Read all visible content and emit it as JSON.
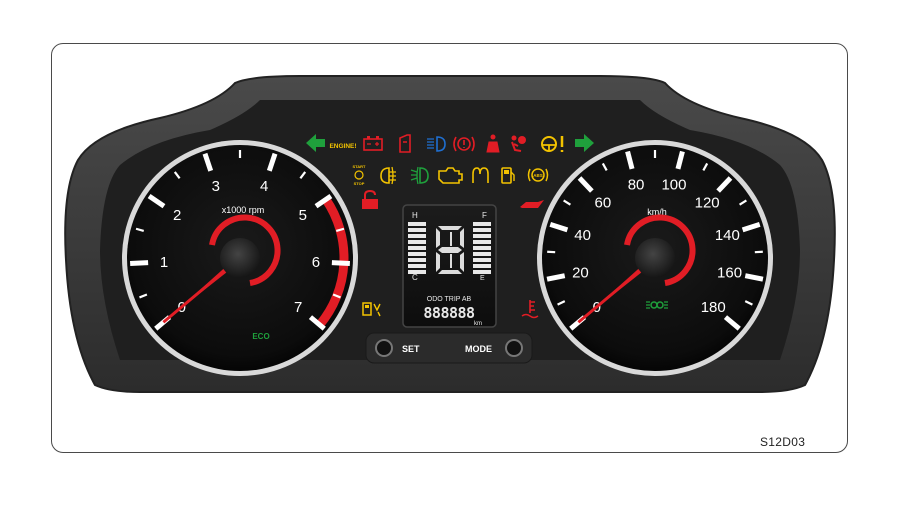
{
  "tachometer": {
    "labels": [
      "0",
      "1",
      "2",
      "3",
      "4",
      "5",
      "6",
      "7"
    ],
    "unit": "x1000 rpm",
    "eco": "ECO"
  },
  "speedometer": {
    "labels": [
      "0",
      "20",
      "40",
      "60",
      "80",
      "100",
      "120",
      "140",
      "160",
      "180"
    ],
    "unit": "km/h"
  },
  "indicators": {
    "engine": "ENGINE!",
    "start_stop": "START STOP",
    "icons": [
      "turn-left",
      "engine-warning",
      "battery",
      "door-open",
      "high-beam",
      "brake-warning",
      "seatbelt",
      "airbag",
      "steering-warning",
      "turn-right",
      "start-stop",
      "rear-fog",
      "front-fog",
      "check-engine",
      "glow-plug",
      "fuel-low",
      "abs",
      "security",
      "oil-pressure",
      "fuel-water",
      "coolant-temp",
      "side-lights"
    ]
  },
  "lcd": {
    "temp_hi": "H",
    "temp_lo": "C",
    "fuel_full": "F",
    "fuel_empty": "E",
    "gear": "8",
    "modes": "ODO TRIP AB",
    "odometer": "888888",
    "unit": "km"
  },
  "buttons": {
    "set": "SET",
    "mode": "MODE"
  },
  "figure_code": "S12D03",
  "colors": {
    "red": "#e11d25",
    "amber": "#f3c300",
    "green": "#1fa03c",
    "blue": "#1f6fd1",
    "bezel": "#3e3e3e"
  }
}
